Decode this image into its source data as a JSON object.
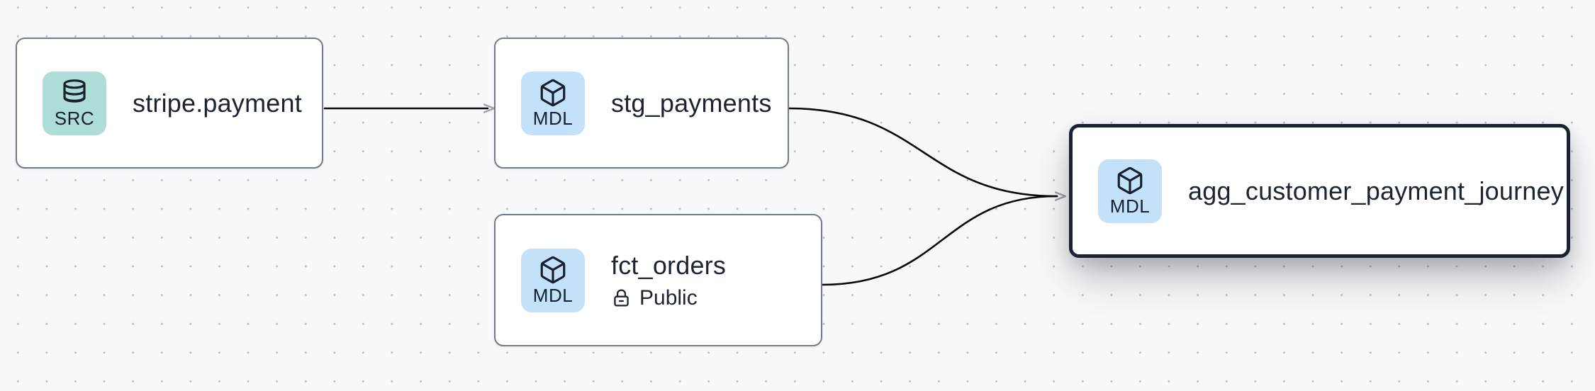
{
  "canvas": {
    "background_color": "#f7f8fa",
    "dot_grid_color": "#b6bac3"
  },
  "nodes": [
    {
      "label": "stripe.payment",
      "type": "source",
      "badge": {
        "label": "SRC",
        "icon": "database-icon",
        "bg_color": "#aedcd7"
      },
      "selected": false
    },
    {
      "label": "stg_payments",
      "type": "model",
      "badge": {
        "label": "MDL",
        "icon": "cube-icon",
        "bg_color": "#c3e1f8"
      },
      "selected": false
    },
    {
      "label": "fct_orders",
      "type": "model",
      "badge": {
        "label": "MDL",
        "icon": "cube-icon",
        "bg_color": "#c3e1f8"
      },
      "visibility": "Public",
      "visibility_icon": "lock-open-icon",
      "selected": false
    },
    {
      "label": "agg_customer_payment_journey",
      "type": "model",
      "badge": {
        "label": "MDL",
        "icon": "cube-icon",
        "bg_color": "#c3e1f8"
      },
      "selected": true
    }
  ],
  "edges": [
    {
      "from": "stripe.payment",
      "to": "stg_payments"
    },
    {
      "from": "stg_payments",
      "to": "agg_customer_payment_journey"
    },
    {
      "from": "fct_orders",
      "to": "agg_customer_payment_journey"
    }
  ],
  "colors": {
    "node_border": "#717b8c",
    "selected_node_border": "#1a2130",
    "node_fill": "#ffffff",
    "edge_line": "#06090e",
    "edge_arrowhead": "#99a1ad",
    "label_text": "#1c2433",
    "badge_text": "#16202f"
  }
}
